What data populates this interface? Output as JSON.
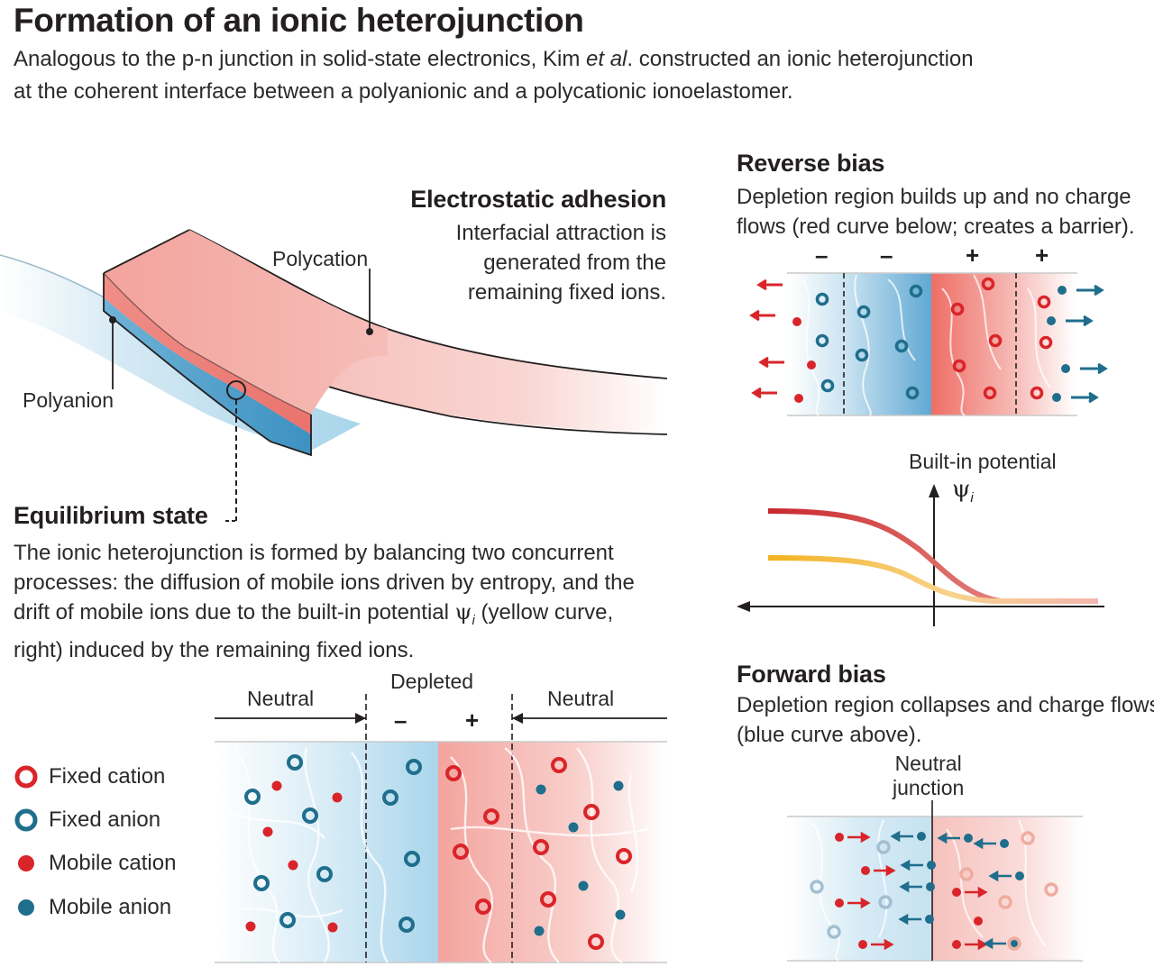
{
  "title": "Formation of an ionic heterojunction",
  "intro": {
    "line1_pre": "Analogous to the p-n junction in solid-state electronics, Kim ",
    "line1_em": "et al",
    "line1_post": ". constructed an ionic heterojunction",
    "line2": "at the coherent interface between a polyanionic and a polycationic ionoelastomer."
  },
  "adhesion": {
    "heading": "Electrostatic adhesion",
    "lines": [
      "Interfacial attraction is",
      "generated from the",
      "remaining fixed ions."
    ]
  },
  "labels": {
    "polycation": "Polycation",
    "polyanion": "Polyanion"
  },
  "equilibrium": {
    "heading": "Equilibrium state",
    "line1": "The ionic heterojunction is formed by balancing two concurrent",
    "line2": "processes: the diffusion of mobile ions driven by entropy, and the",
    "line3_pre": "drift of mobile ions due to the built-in potential ",
    "psi": "ψ",
    "sub": "i",
    "line3_post": " (yellow curve,",
    "line4": "right) induced by the remaining fixed ions."
  },
  "reverse": {
    "heading": "Reverse bias",
    "line1": "Depletion region builds up and no charge",
    "line2": "flows (red curve below; creates a barrier).",
    "signs": [
      "–",
      "–",
      "+",
      "+"
    ]
  },
  "potential": {
    "label": "Built-in potential",
    "symbol": "ψ",
    "sub": "i"
  },
  "forward": {
    "heading": "Forward bias",
    "line1": "Depletion region collapses and charge flows",
    "line2": "(blue curve above).",
    "junction_line1": "Neutral",
    "junction_line2": "junction"
  },
  "eq_diagram": {
    "neutral_left": "Neutral",
    "depleted": "Depleted",
    "neutral_right": "Neutral",
    "minus": "–",
    "plus": "+"
  },
  "legend": [
    {
      "label": "Fixed cation",
      "icon": "fixed-cation-icon"
    },
    {
      "label": "Fixed anion",
      "icon": "fixed-anion-icon"
    },
    {
      "label": "Mobile cation",
      "icon": "mobile-cation-icon"
    },
    {
      "label": "Mobile anion",
      "icon": "mobile-anion-icon"
    }
  ],
  "colors": {
    "cation_red": "#d9252a",
    "anion_blue": "#1f6e8c",
    "polyanion_fill": "#8ec6e3",
    "polycation_fill": "#f2a8a3",
    "curve_red": "#c8272d",
    "curve_yellow": "#f3b21f",
    "curve_blue": "#1f5f86"
  }
}
